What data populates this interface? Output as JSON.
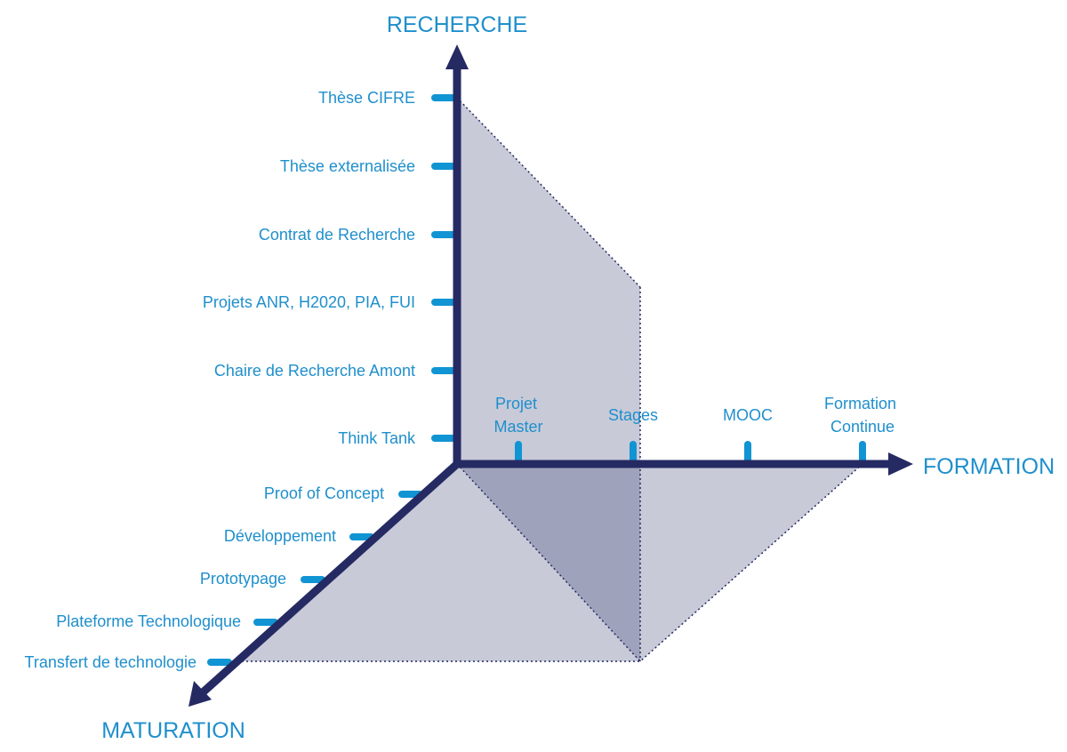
{
  "colors": {
    "axis": "#252a63",
    "tick": "#1194d3",
    "text": "#1f8fcc",
    "plane": "#c8cad8",
    "plane_dark": "#9fa2bb",
    "dotted": "#252a63"
  },
  "axes": {
    "recherche": {
      "title": "RECHERCHE",
      "ticks": [
        "Thèse CIFRE",
        "Thèse externalisée",
        "Contrat de Recherche",
        "Projets ANR, H2020, PIA, FUI",
        "Chaire de Recherche Amont",
        "Think Tank"
      ]
    },
    "formation": {
      "title": "FORMATION",
      "ticks": [
        [
          "Projet",
          "Master"
        ],
        [
          "Stages"
        ],
        [
          "MOOC"
        ],
        [
          "Formation",
          "Continue"
        ]
      ]
    },
    "maturation": {
      "title": "MATURATION",
      "ticks": [
        "Proof of Concept",
        "Développement",
        "Prototypage",
        "Plateforme Technologique",
        "Transfert de technologie"
      ]
    }
  },
  "highlighted_levels": {
    "recherche": "Thèse CIFRE",
    "formation": "Stages",
    "maturation": "Transfert de technologie"
  }
}
